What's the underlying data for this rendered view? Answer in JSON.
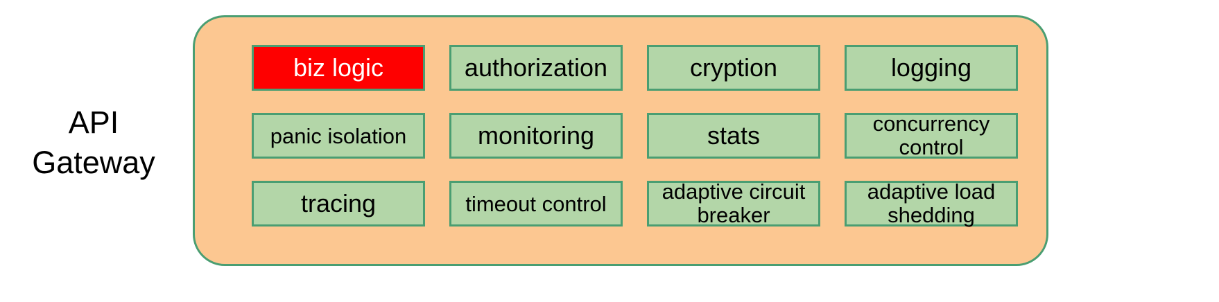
{
  "diagram": {
    "side_label": "API\nGateway",
    "panel": {
      "name": "api-gateway-panel",
      "fill_color": "#fcc791",
      "border_color": "#4a9e72"
    },
    "colors": {
      "box_fill": "#b3d6a8",
      "box_border": "#4a9e72",
      "highlight_fill": "#fe0000",
      "highlight_text": "#ffffff",
      "text": "#000000",
      "background": "#ffffff"
    },
    "grid": {
      "rows": 3,
      "columns": 4,
      "cells": [
        {
          "label": "biz logic",
          "highlighted": true,
          "font_size": 36,
          "lines": 1
        },
        {
          "label": "authorization",
          "highlighted": false,
          "font_size": 36,
          "lines": 1
        },
        {
          "label": "cryption",
          "highlighted": false,
          "font_size": 36,
          "lines": 1
        },
        {
          "label": "logging",
          "highlighted": false,
          "font_size": 36,
          "lines": 1
        },
        {
          "label": "panic isolation",
          "highlighted": false,
          "font_size": 31,
          "lines": 1
        },
        {
          "label": "monitoring",
          "highlighted": false,
          "font_size": 36,
          "lines": 1
        },
        {
          "label": "stats",
          "highlighted": false,
          "font_size": 36,
          "lines": 1
        },
        {
          "label": "concurrency\ncontrol",
          "highlighted": false,
          "font_size": 31,
          "lines": 2
        },
        {
          "label": "tracing",
          "highlighted": false,
          "font_size": 36,
          "lines": 1
        },
        {
          "label": "timeout control",
          "highlighted": false,
          "font_size": 31,
          "lines": 1
        },
        {
          "label": "adaptive circuit\nbreaker",
          "highlighted": false,
          "font_size": 31,
          "lines": 2
        },
        {
          "label": "adaptive load\nshedding",
          "highlighted": false,
          "font_size": 31,
          "lines": 2
        }
      ]
    }
  }
}
